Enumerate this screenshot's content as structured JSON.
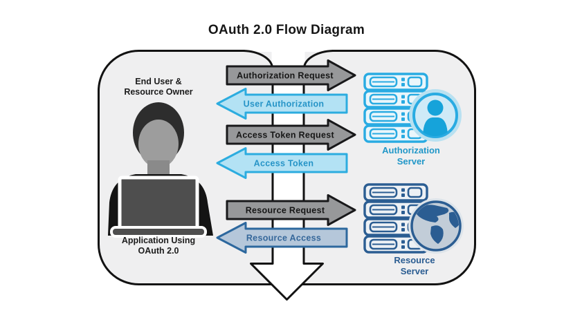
{
  "title": "OAuth 2.0 Flow Diagram",
  "actors": {
    "end_user": {
      "label_line1": "End User &",
      "label_line2": "Resource Owner"
    },
    "application": {
      "label_line1": "Application Using",
      "label_line2": "OAuth 2.0"
    },
    "authorization_server": {
      "label_line1": "Authorization",
      "label_line2": "Server",
      "color": "#29abe2"
    },
    "resource_server": {
      "label_line1": "Resource",
      "label_line2": "Server",
      "color": "#2b5d92"
    }
  },
  "arrows": [
    {
      "label": "Authorization Request",
      "direction": "right",
      "from": "application",
      "to": "authorization_server",
      "fill": "#97989a",
      "stroke": "#18181a",
      "text_color": "#161616"
    },
    {
      "label": "User Authorization",
      "direction": "left",
      "from": "authorization_server",
      "to": "application",
      "fill": "#b3e2f4",
      "stroke": "#2cacdf",
      "text_color": "#2694c7"
    },
    {
      "label": "Access Token Request",
      "direction": "right",
      "from": "application",
      "to": "authorization_server",
      "fill": "#97989a",
      "stroke": "#18181a",
      "text_color": "#161616"
    },
    {
      "label": "Access Token",
      "direction": "left",
      "from": "authorization_server",
      "to": "application",
      "fill": "#b3e2f4",
      "stroke": "#2cacdf",
      "text_color": "#2694c7"
    },
    {
      "label": "Resource Request",
      "direction": "right",
      "from": "application",
      "to": "resource_server",
      "fill": "#97989a",
      "stroke": "#18181a",
      "text_color": "#161616"
    },
    {
      "label": "Resource Access",
      "direction": "left",
      "from": "resource_server",
      "to": "application",
      "fill": "#b5c7da",
      "stroke": "#2d689e",
      "text_color": "#35679a"
    }
  ],
  "icons": {
    "end_user": "person-with-laptop-icon",
    "authorization_server": "server-stack-icon + user-badge-icon",
    "resource_server": "server-stack-icon + globe-icon",
    "flow_direction": "down-arrow-icon"
  },
  "colors": {
    "container_fill": "#efeff0",
    "container_stroke": "#121212",
    "background": "#ffffff",
    "auth_accent": "#29abe2",
    "resource_accent": "#2b5d92"
  }
}
